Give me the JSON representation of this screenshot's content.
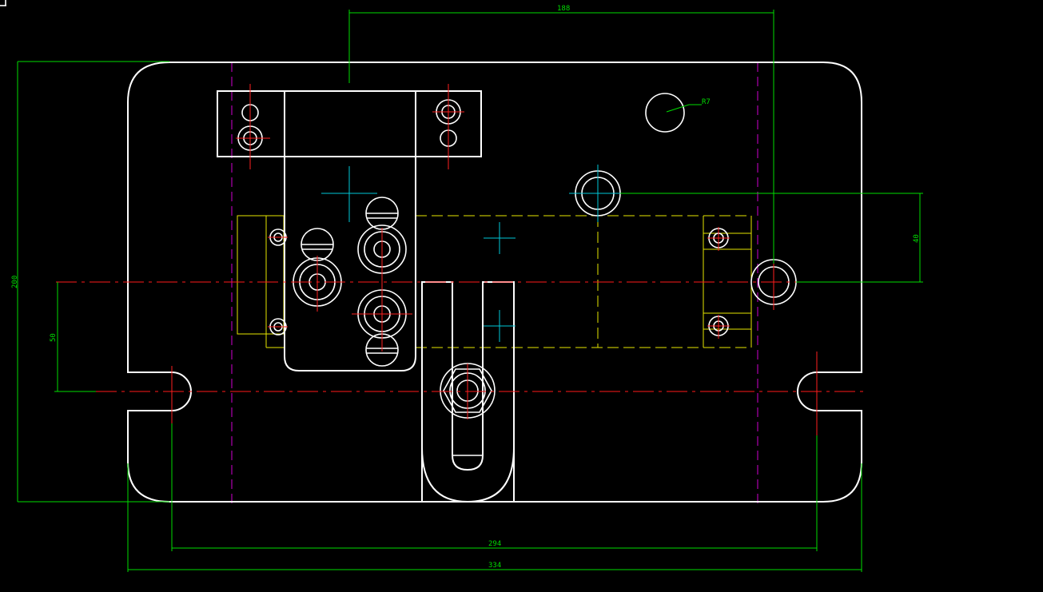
{
  "colors": {
    "background": "#000000",
    "outline": "#ffffff",
    "centerline": "#ff1a1a",
    "hidden": "#d000d0",
    "dimension": "#00dd00",
    "reference": "#e6e600",
    "marker": "#00c8d8"
  },
  "dimensions": {
    "top_width": "188",
    "bottom_inner": "294",
    "bottom_overall": "334",
    "left_height": "200",
    "left_offset": "50",
    "right_offset": "40",
    "radius_label": "R7"
  }
}
